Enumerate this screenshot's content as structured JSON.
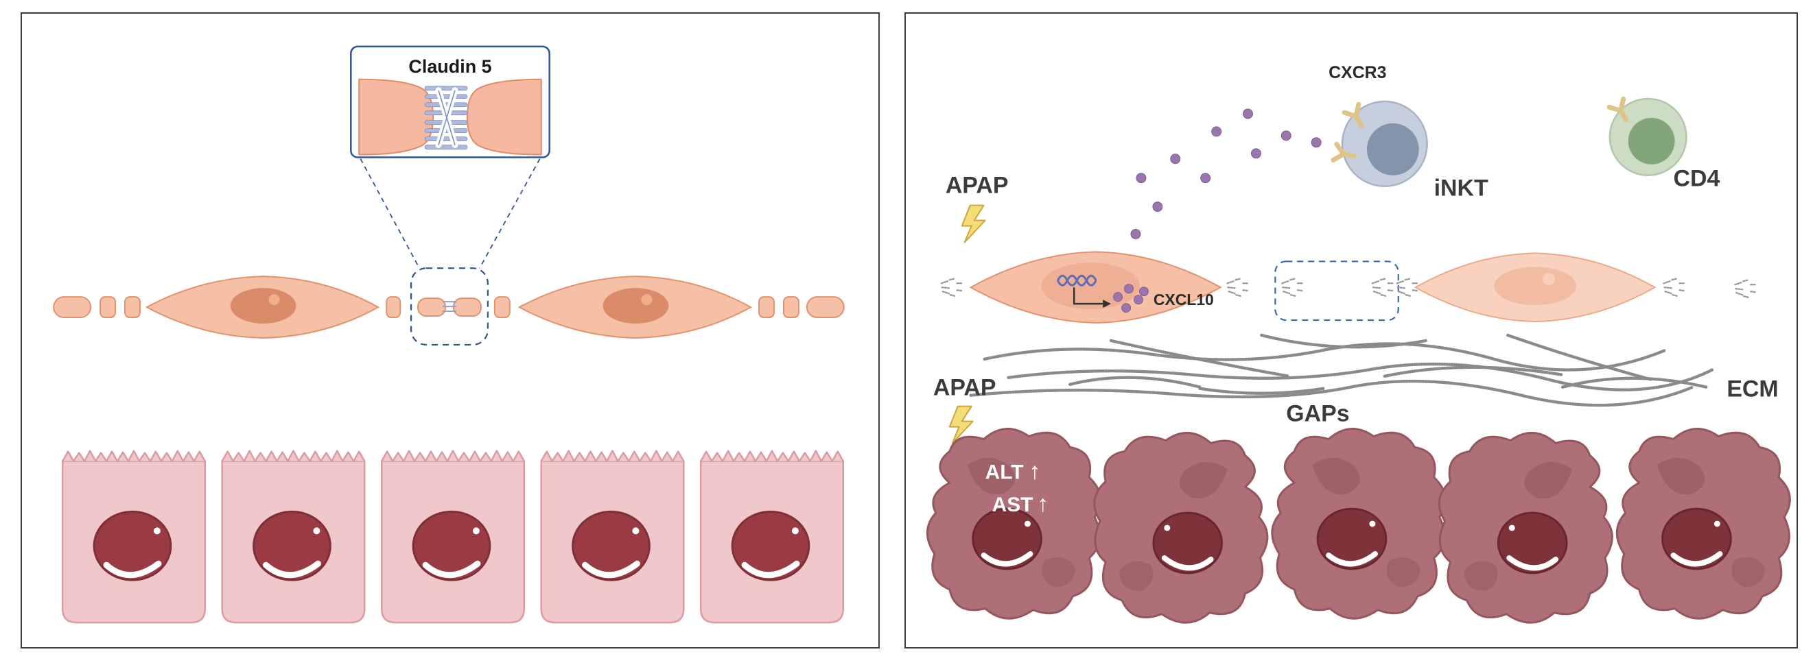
{
  "figure": {
    "description": "Two-panel schematic of liver sinusoidal endothelial cells and hepatocytes: normal tight junction (left) vs APAP-injured state with gaps, CXCL10 release and immune cell recruitment (right)"
  },
  "left_panel": {
    "inset": {
      "title": "Claudin 5"
    }
  },
  "right_panel": {
    "labels": {
      "apap_top": "APAP",
      "apap_bottom": "APAP",
      "cxcr3": "CXCR3",
      "inkt": "iNKT",
      "cd4": "CD4",
      "cxcl10": "CXCL10",
      "ecm": "ECM",
      "gaps": "GAPs",
      "alt": "ALT",
      "ast": "AST",
      "up_arrow": "↑"
    }
  },
  "colors": {
    "endothelial_fill": "#F6C0A6",
    "endothelial_stroke": "#E2926E",
    "endothelial_nucleus": "#DB8B67",
    "endothelial_pale_fill": "#F8D2BE",
    "hepatocyte_left_fill": "#F0C8CC",
    "hepatocyte_left_stroke": "#DC9AA1",
    "hepatocyte_right_fill": "#AE7076",
    "hepatocyte_right_stroke": "#95575E",
    "nucleus_dark_red": "#9A3B43",
    "nucleus_injured": "#7E333B",
    "inkt_fill": "#C5CFDD",
    "inkt_nucleus": "#8494AB",
    "cd4_fill": "#CCDCC5",
    "cd4_nucleus": "#82A57A",
    "receptor": "#DFC488",
    "chemokine_dot": "#9B76AC",
    "lightning": "#F6DC77",
    "dashed_outline": "#3E69A8",
    "ecm_fiber": "#8A8A8A",
    "dna": "#5B6EB5",
    "label_text": "#3B3B3B"
  }
}
